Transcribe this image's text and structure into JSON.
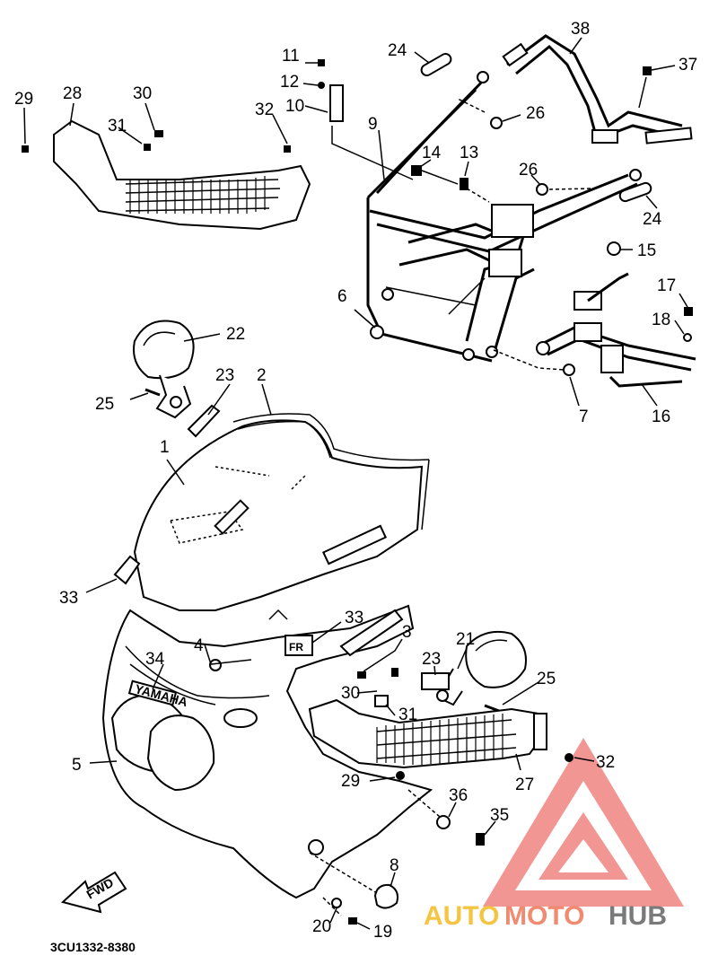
{
  "labels": {
    "l1": "1",
    "l2": "2",
    "l3": "3",
    "l4": "4",
    "l5": "5",
    "l6": "6",
    "l7": "7",
    "l8": "8",
    "l9": "9",
    "l10": "10",
    "l11": "11",
    "l12": "12",
    "l13": "13",
    "l14": "14",
    "l15": "15",
    "l16": "16",
    "l17": "17",
    "l18": "18",
    "l19": "19",
    "l20": "20",
    "l21": "21",
    "l22": "22",
    "l23a": "23",
    "l23b": "23",
    "l24a": "24",
    "l24b": "24",
    "l25a": "25",
    "l25b": "25",
    "l26a": "26",
    "l26b": "26",
    "l27": "27",
    "l28": "28",
    "l29a": "29",
    "l29b": "29",
    "l30a": "30",
    "l30b": "30",
    "l31a": "31",
    "l31b": "31",
    "l32a": "32",
    "l32b": "32",
    "l33a": "33",
    "l33b": "33",
    "l34": "34",
    "l35": "35",
    "l36": "36",
    "l37": "37",
    "l38": "38"
  },
  "part_code": "3CU1332-8380",
  "arrow_label": "FWD",
  "cowl_badge": "YAMAHA",
  "watermark": {
    "part1": "AUTO",
    "part2": "MOTO",
    "part3": "HUB"
  },
  "colors": {
    "watermark_red": "#e8413c",
    "watermark_yellow": "#f5c542",
    "watermark_gray": "#7a7a7a"
  }
}
